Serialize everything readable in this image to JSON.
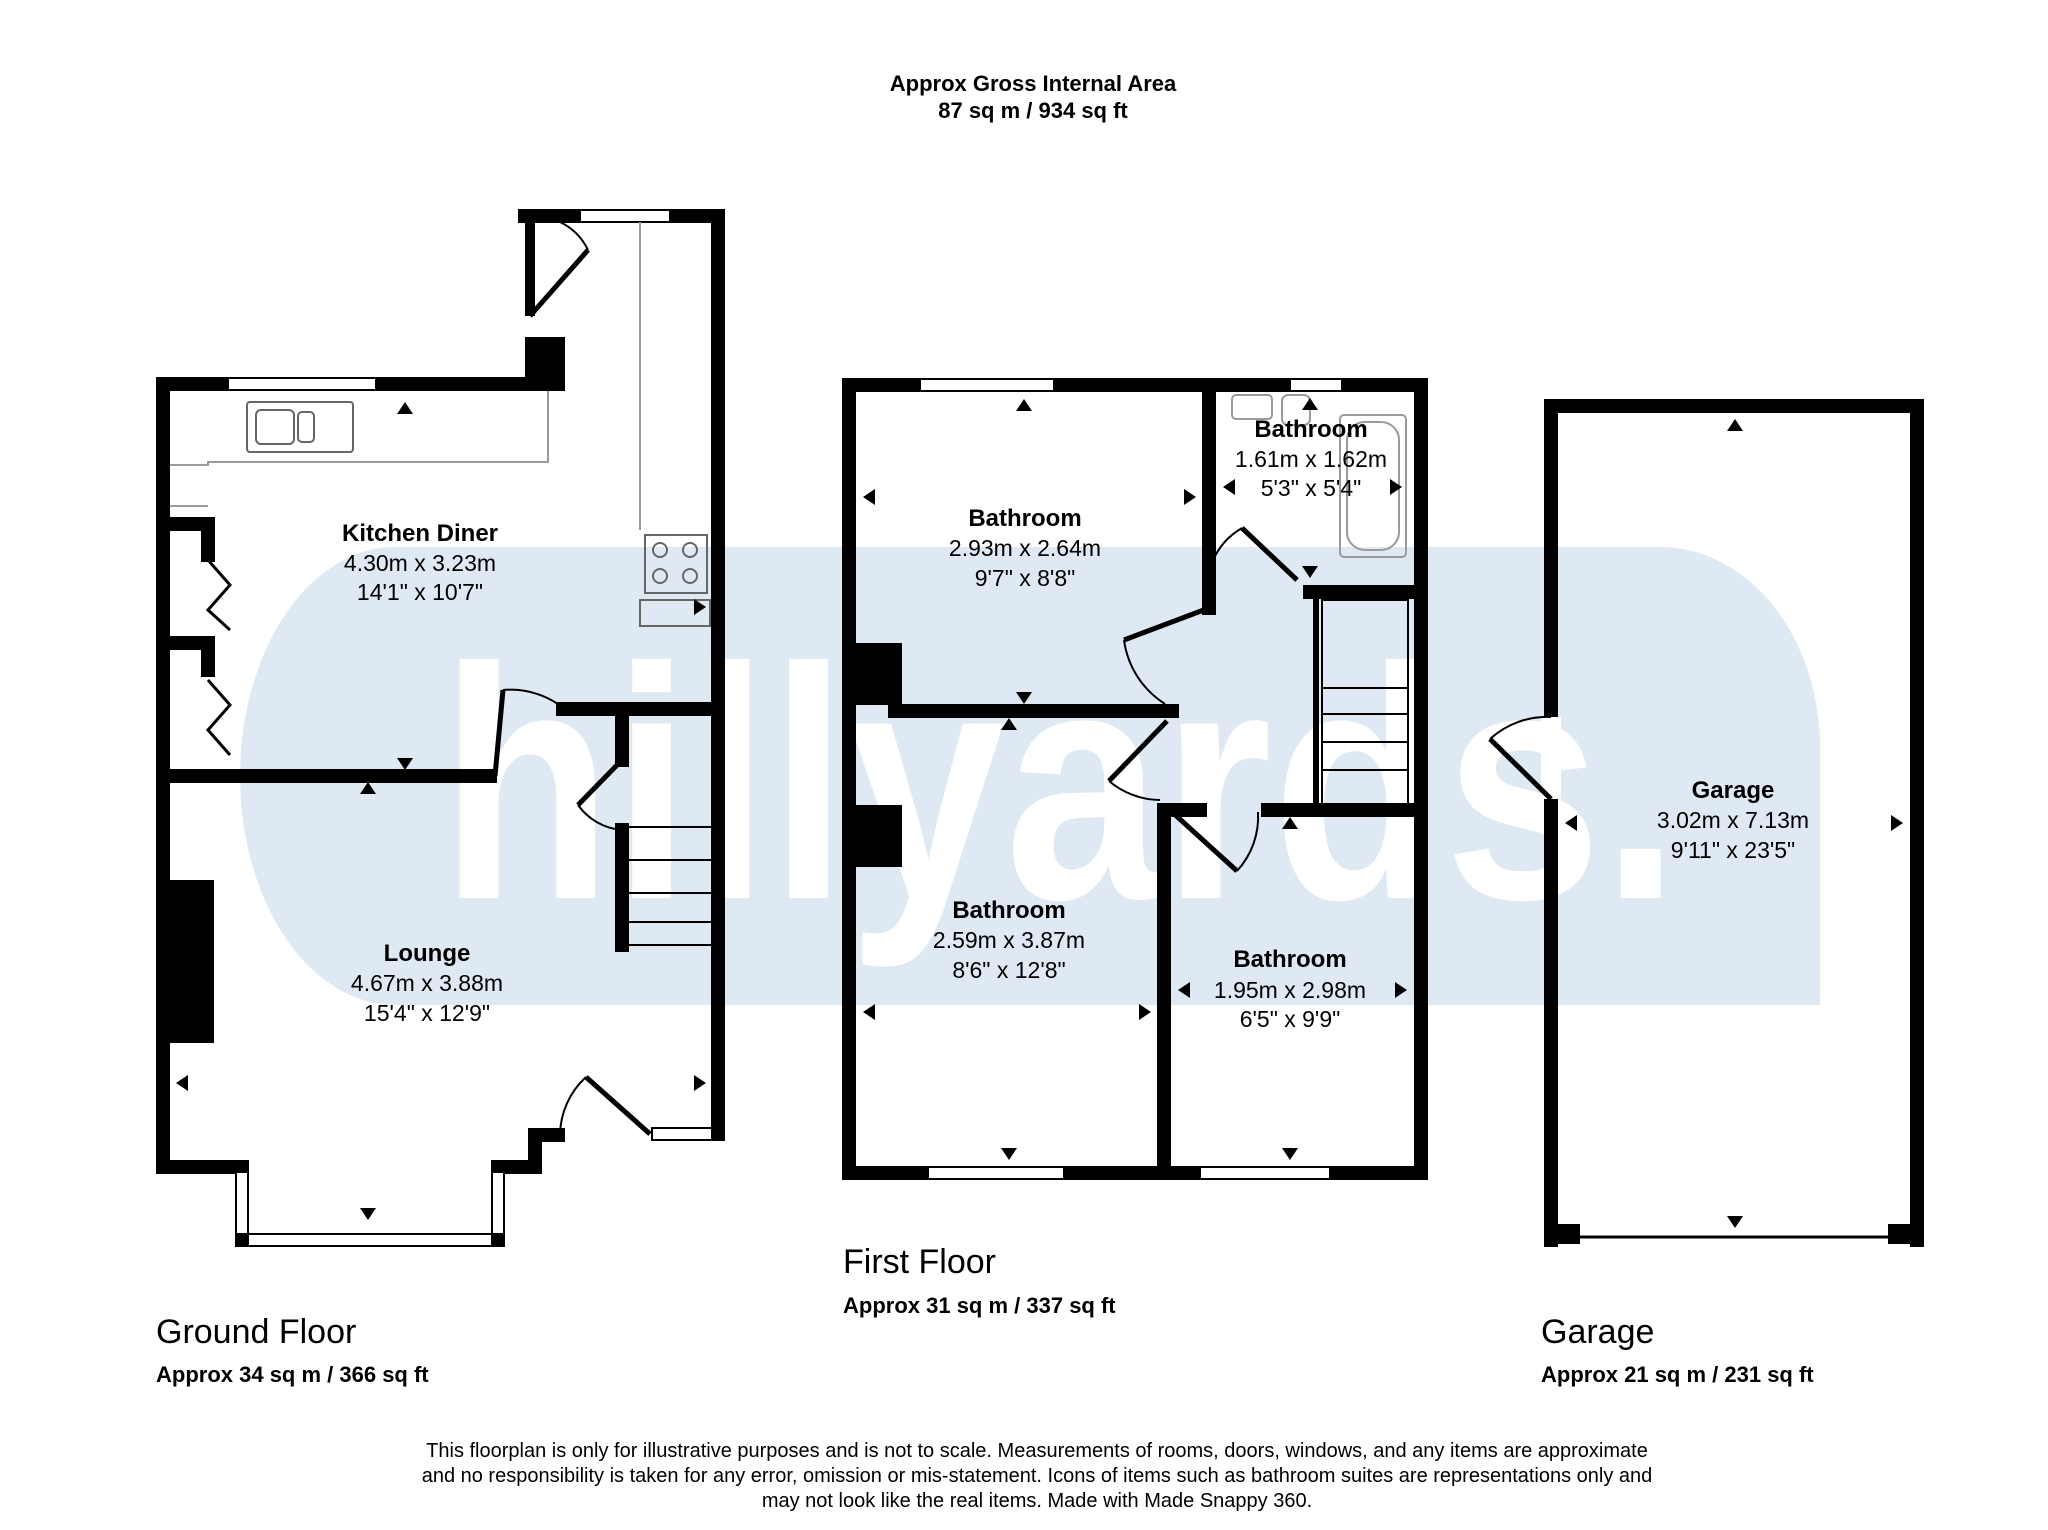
{
  "header": {
    "title": "Approx Gross Internal Area",
    "area": "87 sq m / 934 sq ft"
  },
  "watermark": {
    "text": "hillyards."
  },
  "colors": {
    "watermark": "#dfe9f3",
    "wall": "#000000",
    "fixture": "#9a9a9a"
  },
  "floors": [
    {
      "name": "Ground Floor",
      "area": "Approx 34 sq m / 366 sq ft"
    },
    {
      "name": "First Floor",
      "area": "Approx 31 sq m / 337 sq ft"
    },
    {
      "name": "Garage",
      "area": "Approx 21 sq m / 231 sq ft"
    }
  ],
  "rooms": [
    {
      "name": "Kitchen Diner",
      "metric": "4.30m x 3.23m",
      "imperial": "14'1\" x 10'7\""
    },
    {
      "name": "Lounge",
      "metric": "4.67m x 3.88m",
      "imperial": "15'4\" x 12'9\""
    },
    {
      "name": "Bathroom",
      "metric": "2.93m x 2.64m",
      "imperial": "9'7\" x 8'8\""
    },
    {
      "name": "Bathroom",
      "metric": "1.61m x 1.62m",
      "imperial": "5'3\" x 5'4\""
    },
    {
      "name": "Bathroom",
      "metric": "2.59m x 3.87m",
      "imperial": "8'6\" x 12'8\""
    },
    {
      "name": "Bathroom",
      "metric": "1.95m x 2.98m",
      "imperial": "6'5\" x 9'9\""
    },
    {
      "name": "Garage",
      "metric": "3.02m x 7.13m",
      "imperial": "9'11\" x 23'5\""
    }
  ],
  "disclaimer": [
    "This floorplan is only for illustrative purposes and is not to scale. Measurements of rooms, doors, windows, and any items are approximate",
    "and no responsibility is taken for any error, omission or mis-statement. Icons of items such as bathroom suites are representations only and",
    "may not look like the real items. Made with Made Snappy 360."
  ]
}
